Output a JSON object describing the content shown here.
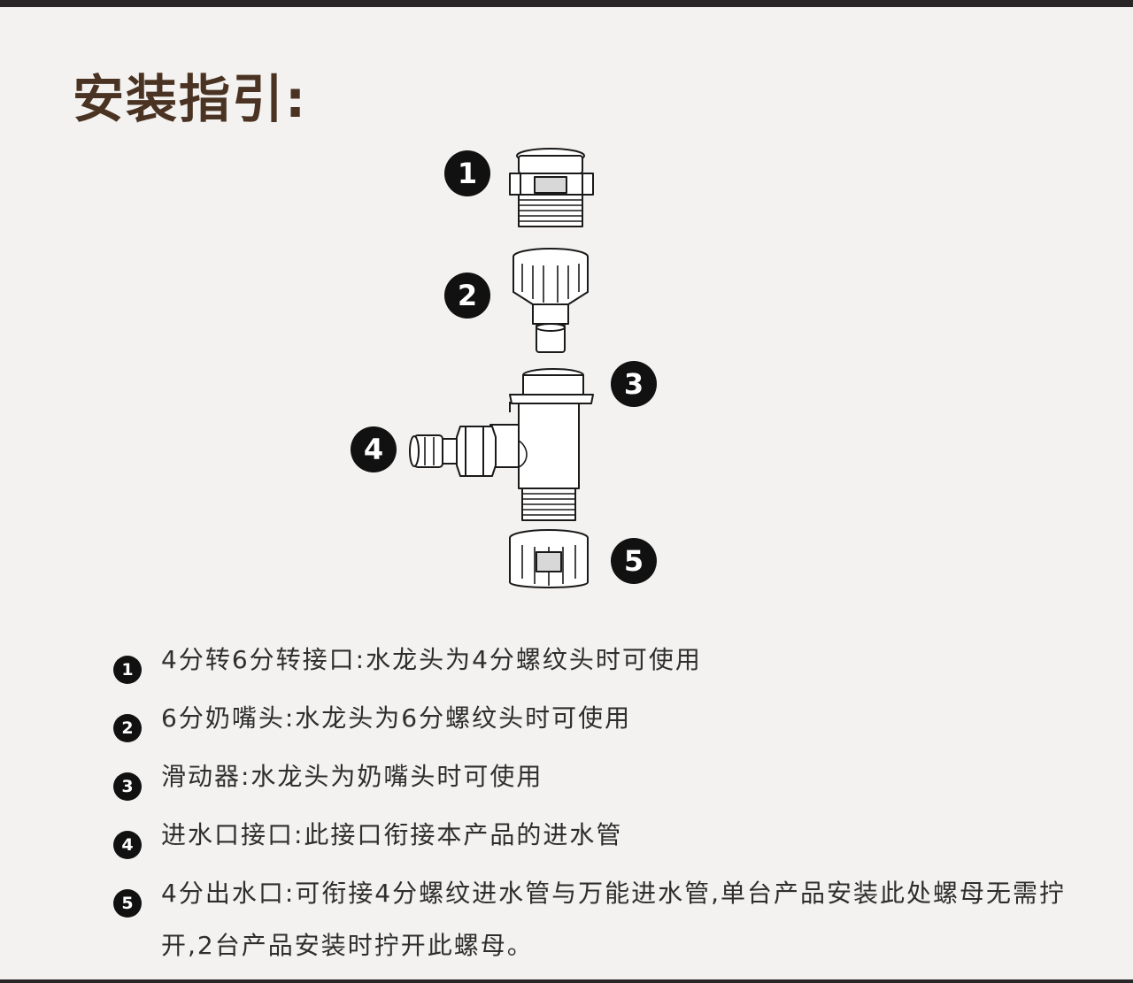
{
  "title": "安装指引:",
  "badges": [
    "1",
    "2",
    "3",
    "4",
    "5"
  ],
  "legend": [
    {
      "number": "1",
      "text": "4分转6分转接口:水龙头为4分螺纹头时可使用"
    },
    {
      "number": "2",
      "text": "6分奶嘴头:水龙头为6分螺纹头时可使用"
    },
    {
      "number": "3",
      "text": "滑动器:水龙头为奶嘴头时可使用"
    },
    {
      "number": "4",
      "text": "进水口接口:此接口衔接本产品的进水管"
    },
    {
      "number": "5",
      "text": "4分出水口:可衔接4分螺纹进水管与万能进水管,单台产品安装此处螺母无需拧开,2台产品安装时拧开此螺母。"
    }
  ]
}
